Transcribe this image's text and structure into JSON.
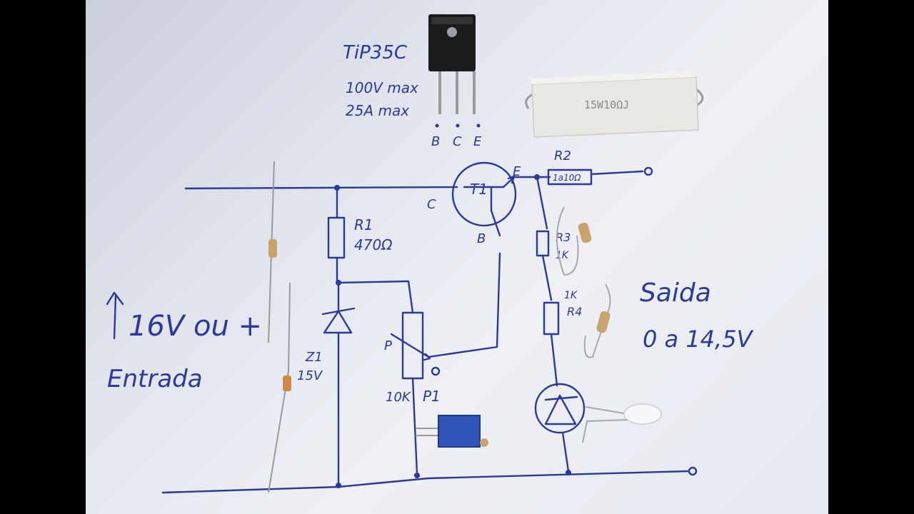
{
  "labels": {
    "tip_model": "TiP35C",
    "tip_voltage": "100V max",
    "tip_current": "25A max",
    "pin_b": "B",
    "pin_c": "C",
    "pin_e": "E",
    "resistor_marking": "15W10ΩJ",
    "r2_name": "R2",
    "r2_value": "1a10Ω",
    "t1_name": "T1",
    "t1_collector": "C",
    "t1_base": "B",
    "t1_emitter": "E",
    "r1_name": "R1",
    "r1_value": "470Ω",
    "r3_name": "R3",
    "r3_value": "1K",
    "r4_name": "R4",
    "r4_value": "1K",
    "zener_name": "Z1",
    "zener_value": "15V",
    "pot_name": "P1",
    "pot_value": "10K",
    "input_voltage": "16V ou +",
    "input_label": "Entrada",
    "output_label": "Saida",
    "output_range": "0 a 14,5V"
  },
  "colors": {
    "ink": "#2a3a9c",
    "paper": "#eef0f5",
    "background": "#000000"
  }
}
